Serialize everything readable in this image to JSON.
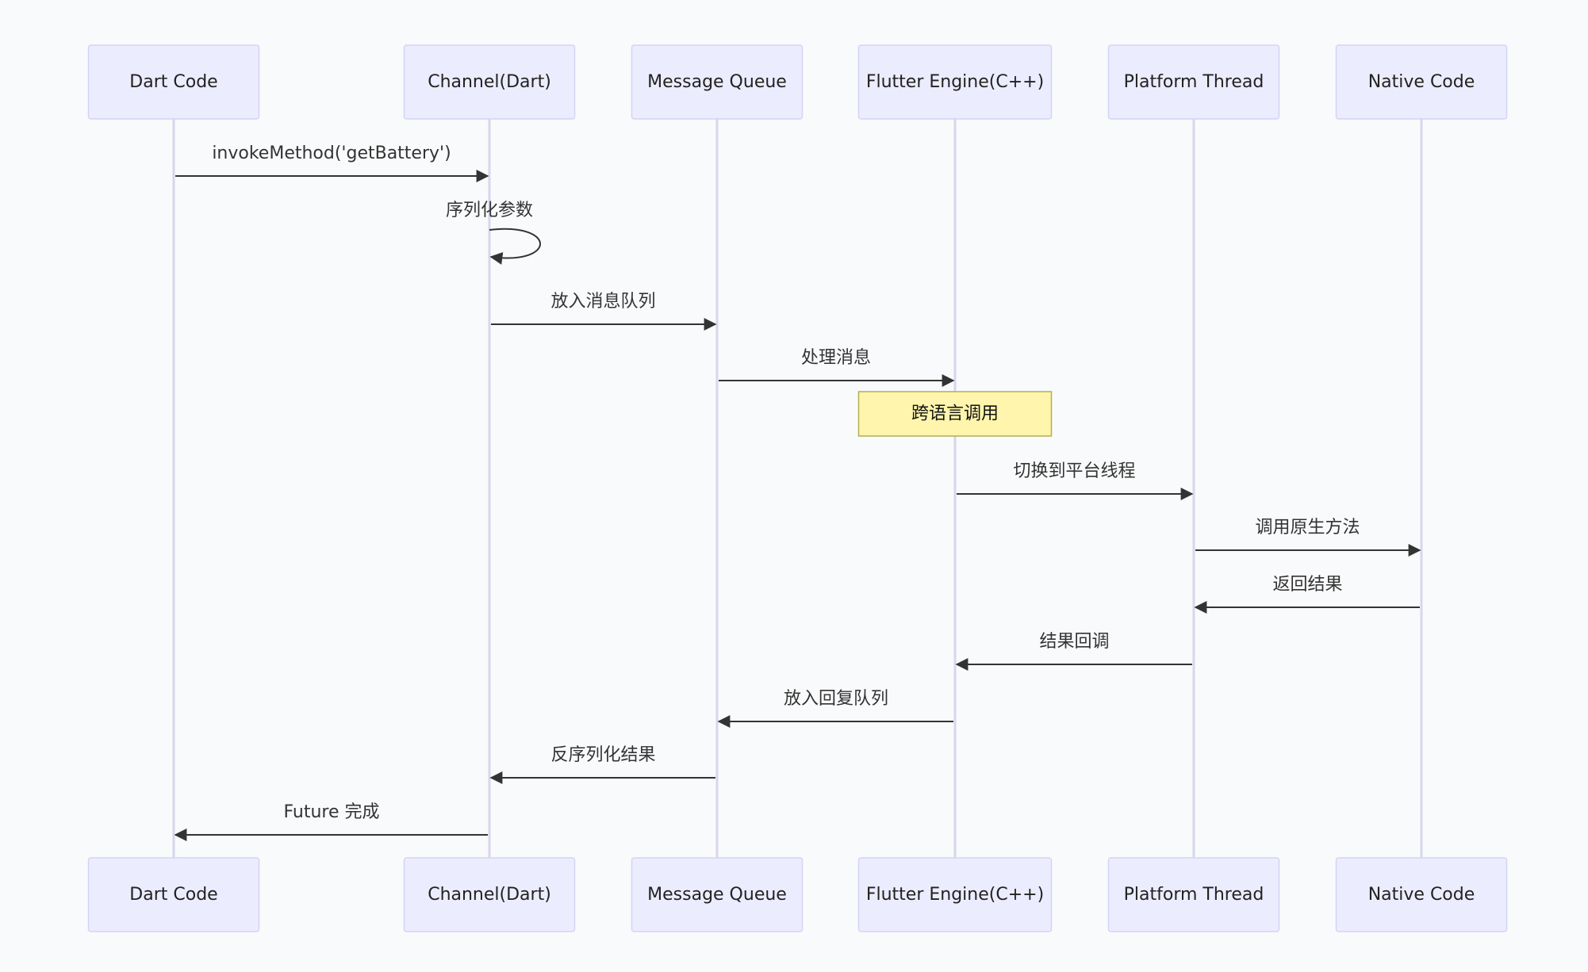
{
  "participants": [
    {
      "id": "dart",
      "label": "Dart Code"
    },
    {
      "id": "channel",
      "label": "Channel(Dart)"
    },
    {
      "id": "queue",
      "label": "Message Queue"
    },
    {
      "id": "engine",
      "label": "Flutter Engine(C++)"
    },
    {
      "id": "platform",
      "label": "Platform Thread"
    },
    {
      "id": "native",
      "label": "Native Code"
    }
  ],
  "messages": [
    {
      "from": "dart",
      "to": "channel",
      "label": "invokeMethod('getBattery')"
    },
    {
      "from": "channel",
      "to": "channel",
      "label": "序列化参数"
    },
    {
      "from": "channel",
      "to": "queue",
      "label": "放入消息队列"
    },
    {
      "from": "queue",
      "to": "engine",
      "label": "处理消息"
    },
    {
      "from": "engine",
      "to": "platform",
      "label": "切换到平台线程"
    },
    {
      "from": "platform",
      "to": "native",
      "label": "调用原生方法"
    },
    {
      "from": "native",
      "to": "platform",
      "label": "返回结果"
    },
    {
      "from": "platform",
      "to": "engine",
      "label": "结果回调"
    },
    {
      "from": "engine",
      "to": "queue",
      "label": "放入回复队列"
    },
    {
      "from": "queue",
      "to": "channel",
      "label": "反序列化结果"
    },
    {
      "from": "channel",
      "to": "dart",
      "label": "Future 完成"
    }
  ],
  "note": {
    "over": "engine",
    "label": "跨语言调用"
  },
  "colors": {
    "actor_fill": "#ececff",
    "actor_border": "#d4d4f5",
    "lifeline": "#d8d5ee",
    "note_fill": "#fff5ad",
    "note_border": "#b5ad54",
    "arrow": "#333333"
  }
}
